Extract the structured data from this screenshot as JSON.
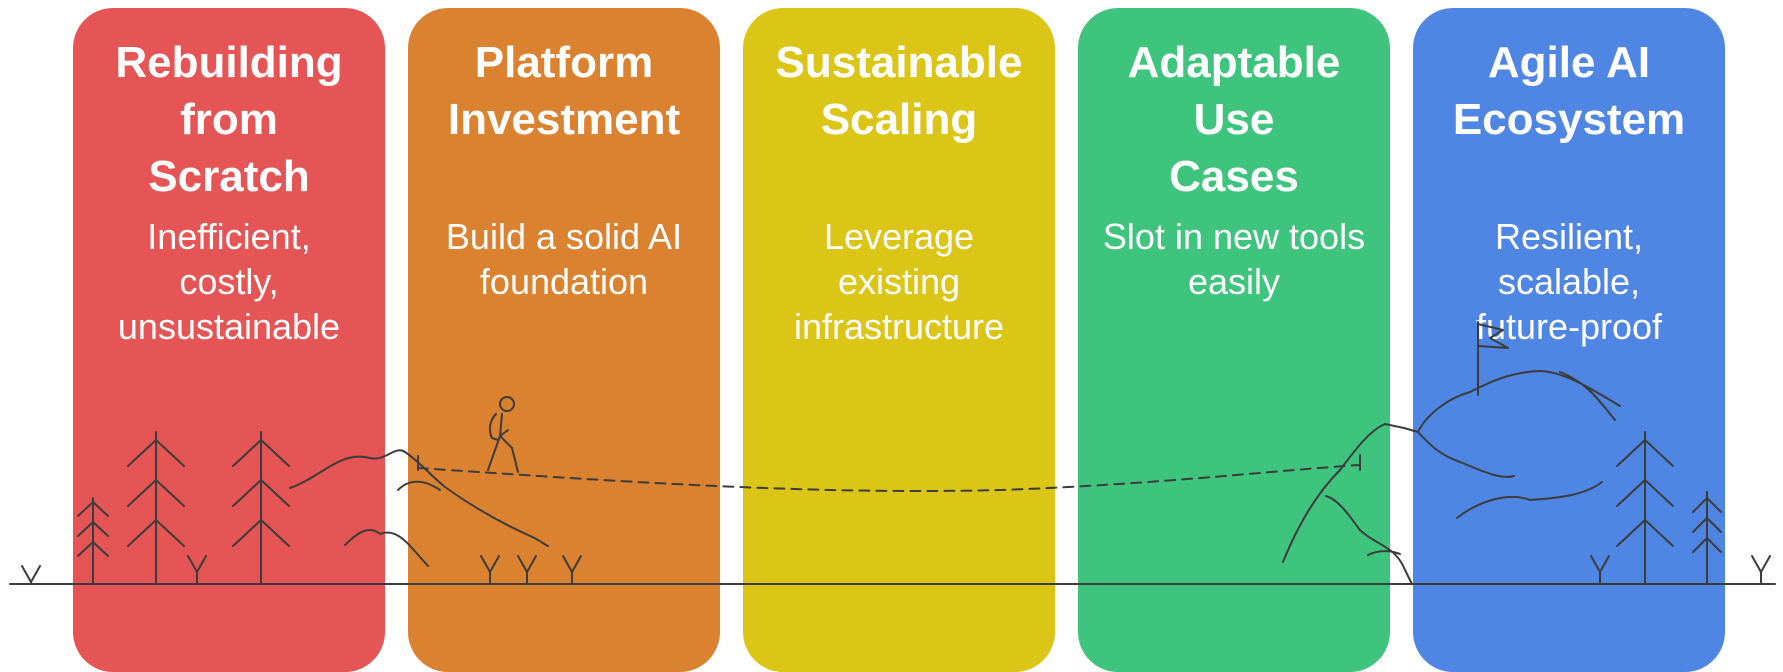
{
  "stages": [
    {
      "title": "Rebuilding\nfrom\nScratch",
      "description": "Inefficient,\ncostly,\nunsustainable",
      "color": "#e55555"
    },
    {
      "title": "Platform\nInvestment",
      "description": "Build a solid AI\nfoundation",
      "color": "#db8231"
    },
    {
      "title": "Sustainable\nScaling",
      "description": "Leverage\nexisting\ninfrastructure",
      "color": "#dbc516"
    },
    {
      "title": "Adaptable\nUse\nCases",
      "description": "Slot in new tools\neasily",
      "color": "#3fc47e"
    },
    {
      "title": "Agile AI\nEcosystem",
      "description": "Resilient,\nscalable,\nfuture-proof",
      "color": "#4f86e4"
    }
  ],
  "icons": {
    "hiker": "hiker-icon",
    "summit_flag": "flag-icon",
    "tree": "pine-tree-icon",
    "grass": "grass-icon",
    "mountain": "mountain-icon",
    "trail": "dashed-trail"
  },
  "line_color": "#3c3c3c"
}
